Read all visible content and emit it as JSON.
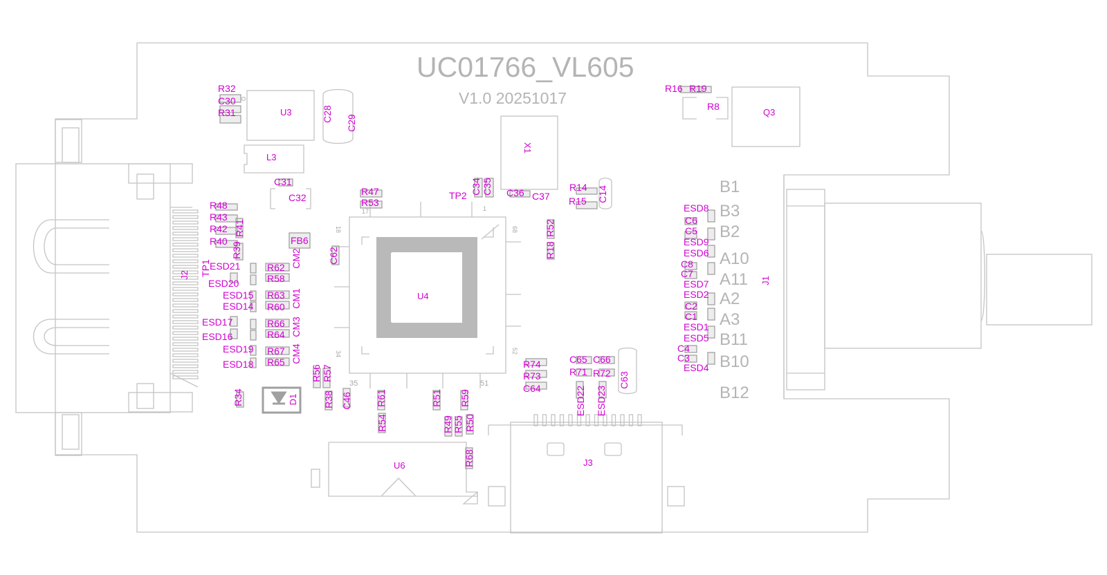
{
  "board": {
    "title": "UC01766_VL605",
    "version": "V1.0  20251017",
    "colors": {
      "outline": "#c4c4c4",
      "label": "#d100d1",
      "pad": "#a0a0a0",
      "pad_fill": "#cccccc",
      "silk_text": "#b4b4b4",
      "pin_num": "#a8a8a8"
    }
  },
  "chips": {
    "u3": "U3",
    "l3": "L3",
    "q3": "Q3",
    "x1": "X1",
    "u4": "U4",
    "u6": "U6",
    "j3": "J3",
    "j2": "J2",
    "j1": "J1",
    "d1": "D1"
  },
  "u4_pins": {
    "p1": "1",
    "p17": "17",
    "p18": "18",
    "p34": "34",
    "p35": "35",
    "p51": "51",
    "p52": "52",
    "p68": "68"
  },
  "pin_labels": [
    "B1",
    "B3",
    "B2",
    "A10",
    "A11",
    "A2",
    "A3",
    "B11",
    "B10",
    "B12"
  ],
  "refs": {
    "R32": "R32",
    "C30": "C30",
    "R31": "R31",
    "C28": "C28",
    "C29": "C29",
    "C31": "C31",
    "C32": "C32",
    "R16": "R16",
    "R19": "R19",
    "R8": "R8",
    "R47": "R47",
    "R53": "R53",
    "TP2": "TP2",
    "C34": "C34",
    "C35": "C35",
    "C36": "C36",
    "C37": "C37",
    "R14": "R14",
    "R15": "R15",
    "C14": "C14",
    "R48": "R48",
    "R43": "R43",
    "R42": "R42",
    "R41": "R41",
    "R40": "R40",
    "R39": "R39",
    "FB6": "FB6",
    "C62": "C62",
    "R52": "R52",
    "R18": "R18",
    "TP1": "TP1",
    "ESD21": "ESD21",
    "ESD20": "ESD20",
    "ESD15": "ESD15",
    "ESD14": "ESD14",
    "ESD17": "ESD17",
    "ESD16": "ESD16",
    "ESD19": "ESD19",
    "ESD18": "ESD18",
    "R62": "R62",
    "R58": "R58",
    "R63": "R63",
    "R60": "R60",
    "R66": "R66",
    "R64": "R64",
    "R67": "R67",
    "R65": "R65",
    "CM2": "CM2",
    "CM1": "CM1",
    "CM3": "CM3",
    "CM4": "CM4",
    "ESD8": "ESD8",
    "C6": "C6",
    "C5": "C5",
    "ESD9": "ESD9",
    "ESD6": "ESD6",
    "C8": "C8",
    "C7": "C7",
    "ESD7": "ESD7",
    "ESD2": "ESD2",
    "C2": "C2",
    "C1": "C1",
    "ESD1": "ESD1",
    "ESD5": "ESD5",
    "C4": "C4",
    "C3": "C3",
    "ESD4": "ESD4",
    "R74": "R74",
    "R73": "R73",
    "C64": "C64",
    "C65": "C65",
    "C66": "C66",
    "R71": "R71",
    "R72": "R72",
    "C63": "C63",
    "ESD22": "ESD22",
    "ESD23": "ESD23",
    "R56": "R56",
    "R57": "R57",
    "R38": "R38",
    "C46": "C46",
    "R61": "R61",
    "R51": "R51",
    "R59": "R59",
    "R54": "R54",
    "R49": "R49",
    "R55": "R55",
    "R50": "R50",
    "R68": "R68",
    "R34": "R34"
  }
}
